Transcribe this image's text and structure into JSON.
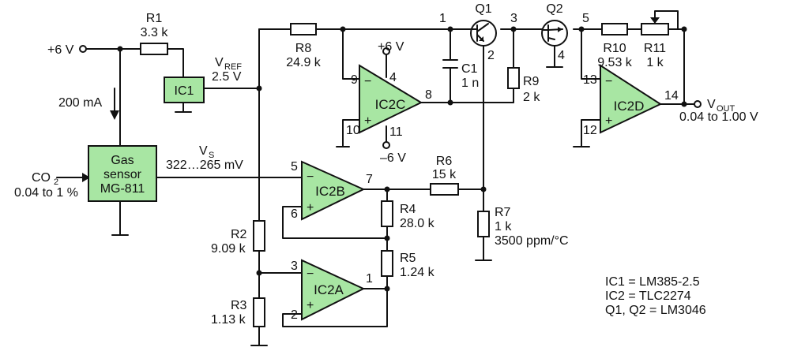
{
  "supply": {
    "plus6": "+6 V",
    "minus6": "–6 V"
  },
  "current": "200 mA",
  "gas": {
    "co2_main": "CO",
    "co2_sub": "2",
    "range": "0.04 to 1 %"
  },
  "sensor": {
    "line1": "Gas",
    "line2": "sensor",
    "line3": "MG-811"
  },
  "vref": {
    "main": "V",
    "sub": "REF",
    "value": "2.5 V"
  },
  "vs": {
    "main": "V",
    "sub": "S",
    "value": "322…265 mV"
  },
  "vout": {
    "main": "V",
    "sub": "OUT",
    "value": "0.04 to 1.00 V"
  },
  "ic": {
    "ic1": "IC1",
    "ic2a": "IC2A",
    "ic2b": "IC2B",
    "ic2c": "IC2C",
    "ic2d": "IC2D"
  },
  "resistors": {
    "r1": {
      "name": "R1",
      "value": "3.3 k"
    },
    "r2": {
      "name": "R2",
      "value": "9.09 k"
    },
    "r3": {
      "name": "R3",
      "value": "1.13 k"
    },
    "r4": {
      "name": "R4",
      "value": "28.0 k"
    },
    "r5": {
      "name": "R5",
      "value": "1.24 k"
    },
    "r6": {
      "name": "R6",
      "value": "15 k"
    },
    "r7": {
      "name": "R7",
      "value": "1 k",
      "tc": "3500 ppm/°C"
    },
    "r8": {
      "name": "R8",
      "value": "24.9 k"
    },
    "r9": {
      "name": "R9",
      "value": "2 k"
    },
    "r10": {
      "name": "R10",
      "value": "9.53 k"
    },
    "r11": {
      "name": "R11",
      "value": "1 k"
    }
  },
  "capacitor": {
    "name": "C1",
    "value": "1 n"
  },
  "transistors": {
    "q1": "Q1",
    "q2": "Q2"
  },
  "pins": {
    "p1": "1",
    "p2": "2",
    "p3": "3",
    "p4": "4",
    "p5": "5",
    "p6": "6",
    "p7": "7",
    "p8": "8",
    "p9": "9",
    "p10": "10",
    "p11": "11",
    "p12": "12",
    "p13": "13",
    "p14": "14",
    "p4b": "4",
    "p5b": "5"
  },
  "symbols": {
    "minus": "−",
    "plus": "+"
  },
  "bom": {
    "line1": "IC1 = LM385-2.5",
    "line2": "IC2 = TLC2274",
    "line3": "Q1, Q2 = LM3046"
  }
}
